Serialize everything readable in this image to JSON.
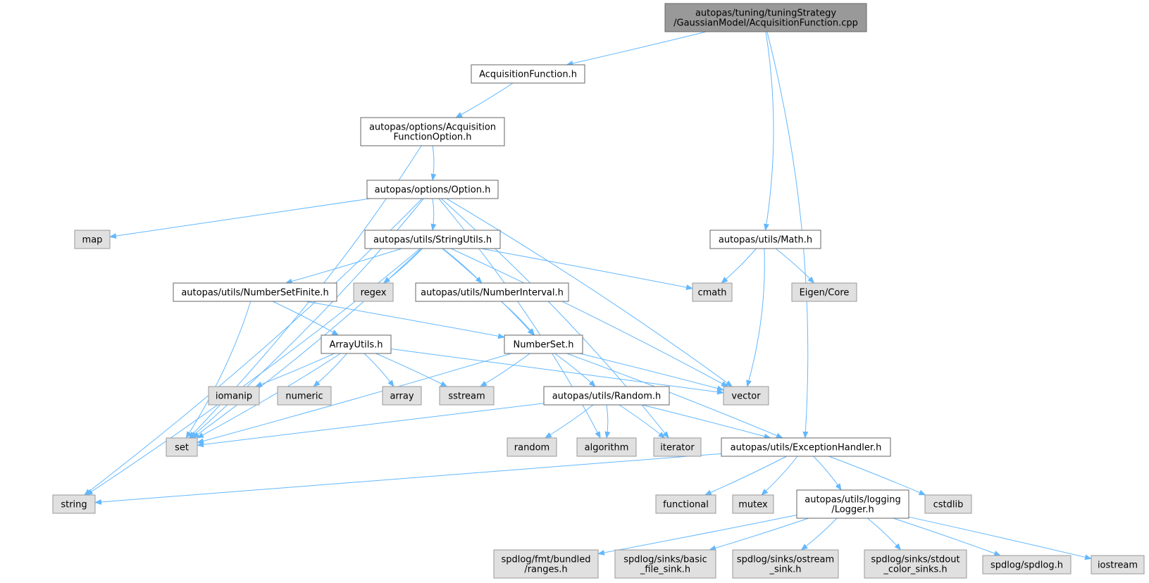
{
  "colors": {
    "edge": "#63b8ff",
    "root_fill": "#999999",
    "internal_fill": "#ffffff",
    "external_fill": "#e0e0e0",
    "border": "#666666"
  },
  "nodes": [
    {
      "id": "root",
      "kind": "root",
      "lines": [
        "autopas/tuning/tuningStrategy",
        "/GaussianModel/AcquisitionFunction.cpp"
      ]
    },
    {
      "id": "acqh",
      "kind": "internal",
      "lines": [
        "AcquisitionFunction.h"
      ]
    },
    {
      "id": "acqopt",
      "kind": "internal",
      "lines": [
        "autopas/options/Acquisition",
        "FunctionOption.h"
      ]
    },
    {
      "id": "option",
      "kind": "internal",
      "lines": [
        "autopas/options/Option.h"
      ]
    },
    {
      "id": "map",
      "kind": "external",
      "lines": [
        "map"
      ]
    },
    {
      "id": "strutils",
      "kind": "internal",
      "lines": [
        "autopas/utils/StringUtils.h"
      ]
    },
    {
      "id": "math",
      "kind": "internal",
      "lines": [
        "autopas/utils/Math.h"
      ]
    },
    {
      "id": "nsfinite",
      "kind": "internal",
      "lines": [
        "autopas/utils/NumberSetFinite.h"
      ]
    },
    {
      "id": "regex",
      "kind": "external",
      "lines": [
        "regex"
      ]
    },
    {
      "id": "ninterval",
      "kind": "internal",
      "lines": [
        "autopas/utils/NumberInterval.h"
      ]
    },
    {
      "id": "cmath",
      "kind": "external",
      "lines": [
        "cmath"
      ]
    },
    {
      "id": "eigen",
      "kind": "external",
      "lines": [
        "Eigen/Core"
      ]
    },
    {
      "id": "arrayutils",
      "kind": "internal",
      "lines": [
        "ArrayUtils.h"
      ]
    },
    {
      "id": "numberset",
      "kind": "internal",
      "lines": [
        "NumberSet.h"
      ]
    },
    {
      "id": "iomanip",
      "kind": "external",
      "lines": [
        "iomanip"
      ]
    },
    {
      "id": "numeric",
      "kind": "external",
      "lines": [
        "numeric"
      ]
    },
    {
      "id": "array",
      "kind": "external",
      "lines": [
        "array"
      ]
    },
    {
      "id": "sstream",
      "kind": "external",
      "lines": [
        "sstream"
      ]
    },
    {
      "id": "random_h",
      "kind": "internal",
      "lines": [
        "autopas/utils/Random.h"
      ]
    },
    {
      "id": "vector",
      "kind": "external",
      "lines": [
        "vector"
      ]
    },
    {
      "id": "set",
      "kind": "external",
      "lines": [
        "set"
      ]
    },
    {
      "id": "random",
      "kind": "external",
      "lines": [
        "random"
      ]
    },
    {
      "id": "algorithm",
      "kind": "external",
      "lines": [
        "algorithm"
      ]
    },
    {
      "id": "iterator",
      "kind": "external",
      "lines": [
        "iterator"
      ]
    },
    {
      "id": "exhandler",
      "kind": "internal",
      "lines": [
        "autopas/utils/ExceptionHandler.h"
      ]
    },
    {
      "id": "string",
      "kind": "external",
      "lines": [
        "string"
      ]
    },
    {
      "id": "functional",
      "kind": "external",
      "lines": [
        "functional"
      ]
    },
    {
      "id": "mutex",
      "kind": "external",
      "lines": [
        "mutex"
      ]
    },
    {
      "id": "logger",
      "kind": "internal",
      "lines": [
        "autopas/utils/logging",
        "/Logger.h"
      ]
    },
    {
      "id": "cstdlib",
      "kind": "external",
      "lines": [
        "cstdlib"
      ]
    },
    {
      "id": "fmtranges",
      "kind": "external",
      "lines": [
        "spdlog/fmt/bundled",
        "/ranges.h"
      ]
    },
    {
      "id": "basicfile",
      "kind": "external",
      "lines": [
        "spdlog/sinks/basic",
        "_file_sink.h"
      ]
    },
    {
      "id": "ostreamsink",
      "kind": "external",
      "lines": [
        "spdlog/sinks/ostream",
        "_sink.h"
      ]
    },
    {
      "id": "stdoutsink",
      "kind": "external",
      "lines": [
        "spdlog/sinks/stdout",
        "_color_sinks.h"
      ]
    },
    {
      "id": "spdlog",
      "kind": "external",
      "lines": [
        "spdlog/spdlog.h"
      ]
    },
    {
      "id": "iostream",
      "kind": "external",
      "lines": [
        "iostream"
      ]
    }
  ],
  "edges": [
    [
      "root",
      "acqh"
    ],
    [
      "root",
      "math"
    ],
    [
      "root",
      "exhandler"
    ],
    [
      "acqh",
      "acqopt"
    ],
    [
      "acqopt",
      "option"
    ],
    [
      "acqopt",
      "set"
    ],
    [
      "option",
      "map"
    ],
    [
      "option",
      "strutils"
    ],
    [
      "option",
      "set"
    ],
    [
      "option",
      "string"
    ],
    [
      "option",
      "vector"
    ],
    [
      "option",
      "algorithm"
    ],
    [
      "option",
      "iterator"
    ],
    [
      "strutils",
      "nsfinite"
    ],
    [
      "strutils",
      "regex"
    ],
    [
      "strutils",
      "ninterval"
    ],
    [
      "strutils",
      "cmath"
    ],
    [
      "strutils",
      "numberset"
    ],
    [
      "strutils",
      "vector"
    ],
    [
      "strutils",
      "set"
    ],
    [
      "strutils",
      "string"
    ],
    [
      "math",
      "cmath"
    ],
    [
      "math",
      "eigen"
    ],
    [
      "math",
      "vector"
    ],
    [
      "nsfinite",
      "arrayutils"
    ],
    [
      "nsfinite",
      "numberset"
    ],
    [
      "nsfinite",
      "set"
    ],
    [
      "ninterval",
      "numberset"
    ],
    [
      "arrayutils",
      "iomanip"
    ],
    [
      "arrayutils",
      "numeric"
    ],
    [
      "arrayutils",
      "array"
    ],
    [
      "arrayutils",
      "sstream"
    ],
    [
      "arrayutils",
      "vector"
    ],
    [
      "arrayutils",
      "set"
    ],
    [
      "numberset",
      "sstream"
    ],
    [
      "numberset",
      "random_h"
    ],
    [
      "numberset",
      "vector"
    ],
    [
      "numberset",
      "set"
    ],
    [
      "numberset",
      "exhandler"
    ],
    [
      "random_h",
      "set"
    ],
    [
      "random_h",
      "random"
    ],
    [
      "random_h",
      "algorithm"
    ],
    [
      "random_h",
      "iterator"
    ],
    [
      "random_h",
      "exhandler"
    ],
    [
      "exhandler",
      "string"
    ],
    [
      "exhandler",
      "functional"
    ],
    [
      "exhandler",
      "mutex"
    ],
    [
      "exhandler",
      "logger"
    ],
    [
      "exhandler",
      "cstdlib"
    ],
    [
      "logger",
      "fmtranges"
    ],
    [
      "logger",
      "basicfile"
    ],
    [
      "logger",
      "ostreamsink"
    ],
    [
      "logger",
      "stdoutsink"
    ],
    [
      "logger",
      "spdlog"
    ],
    [
      "logger",
      "iostream"
    ]
  ]
}
